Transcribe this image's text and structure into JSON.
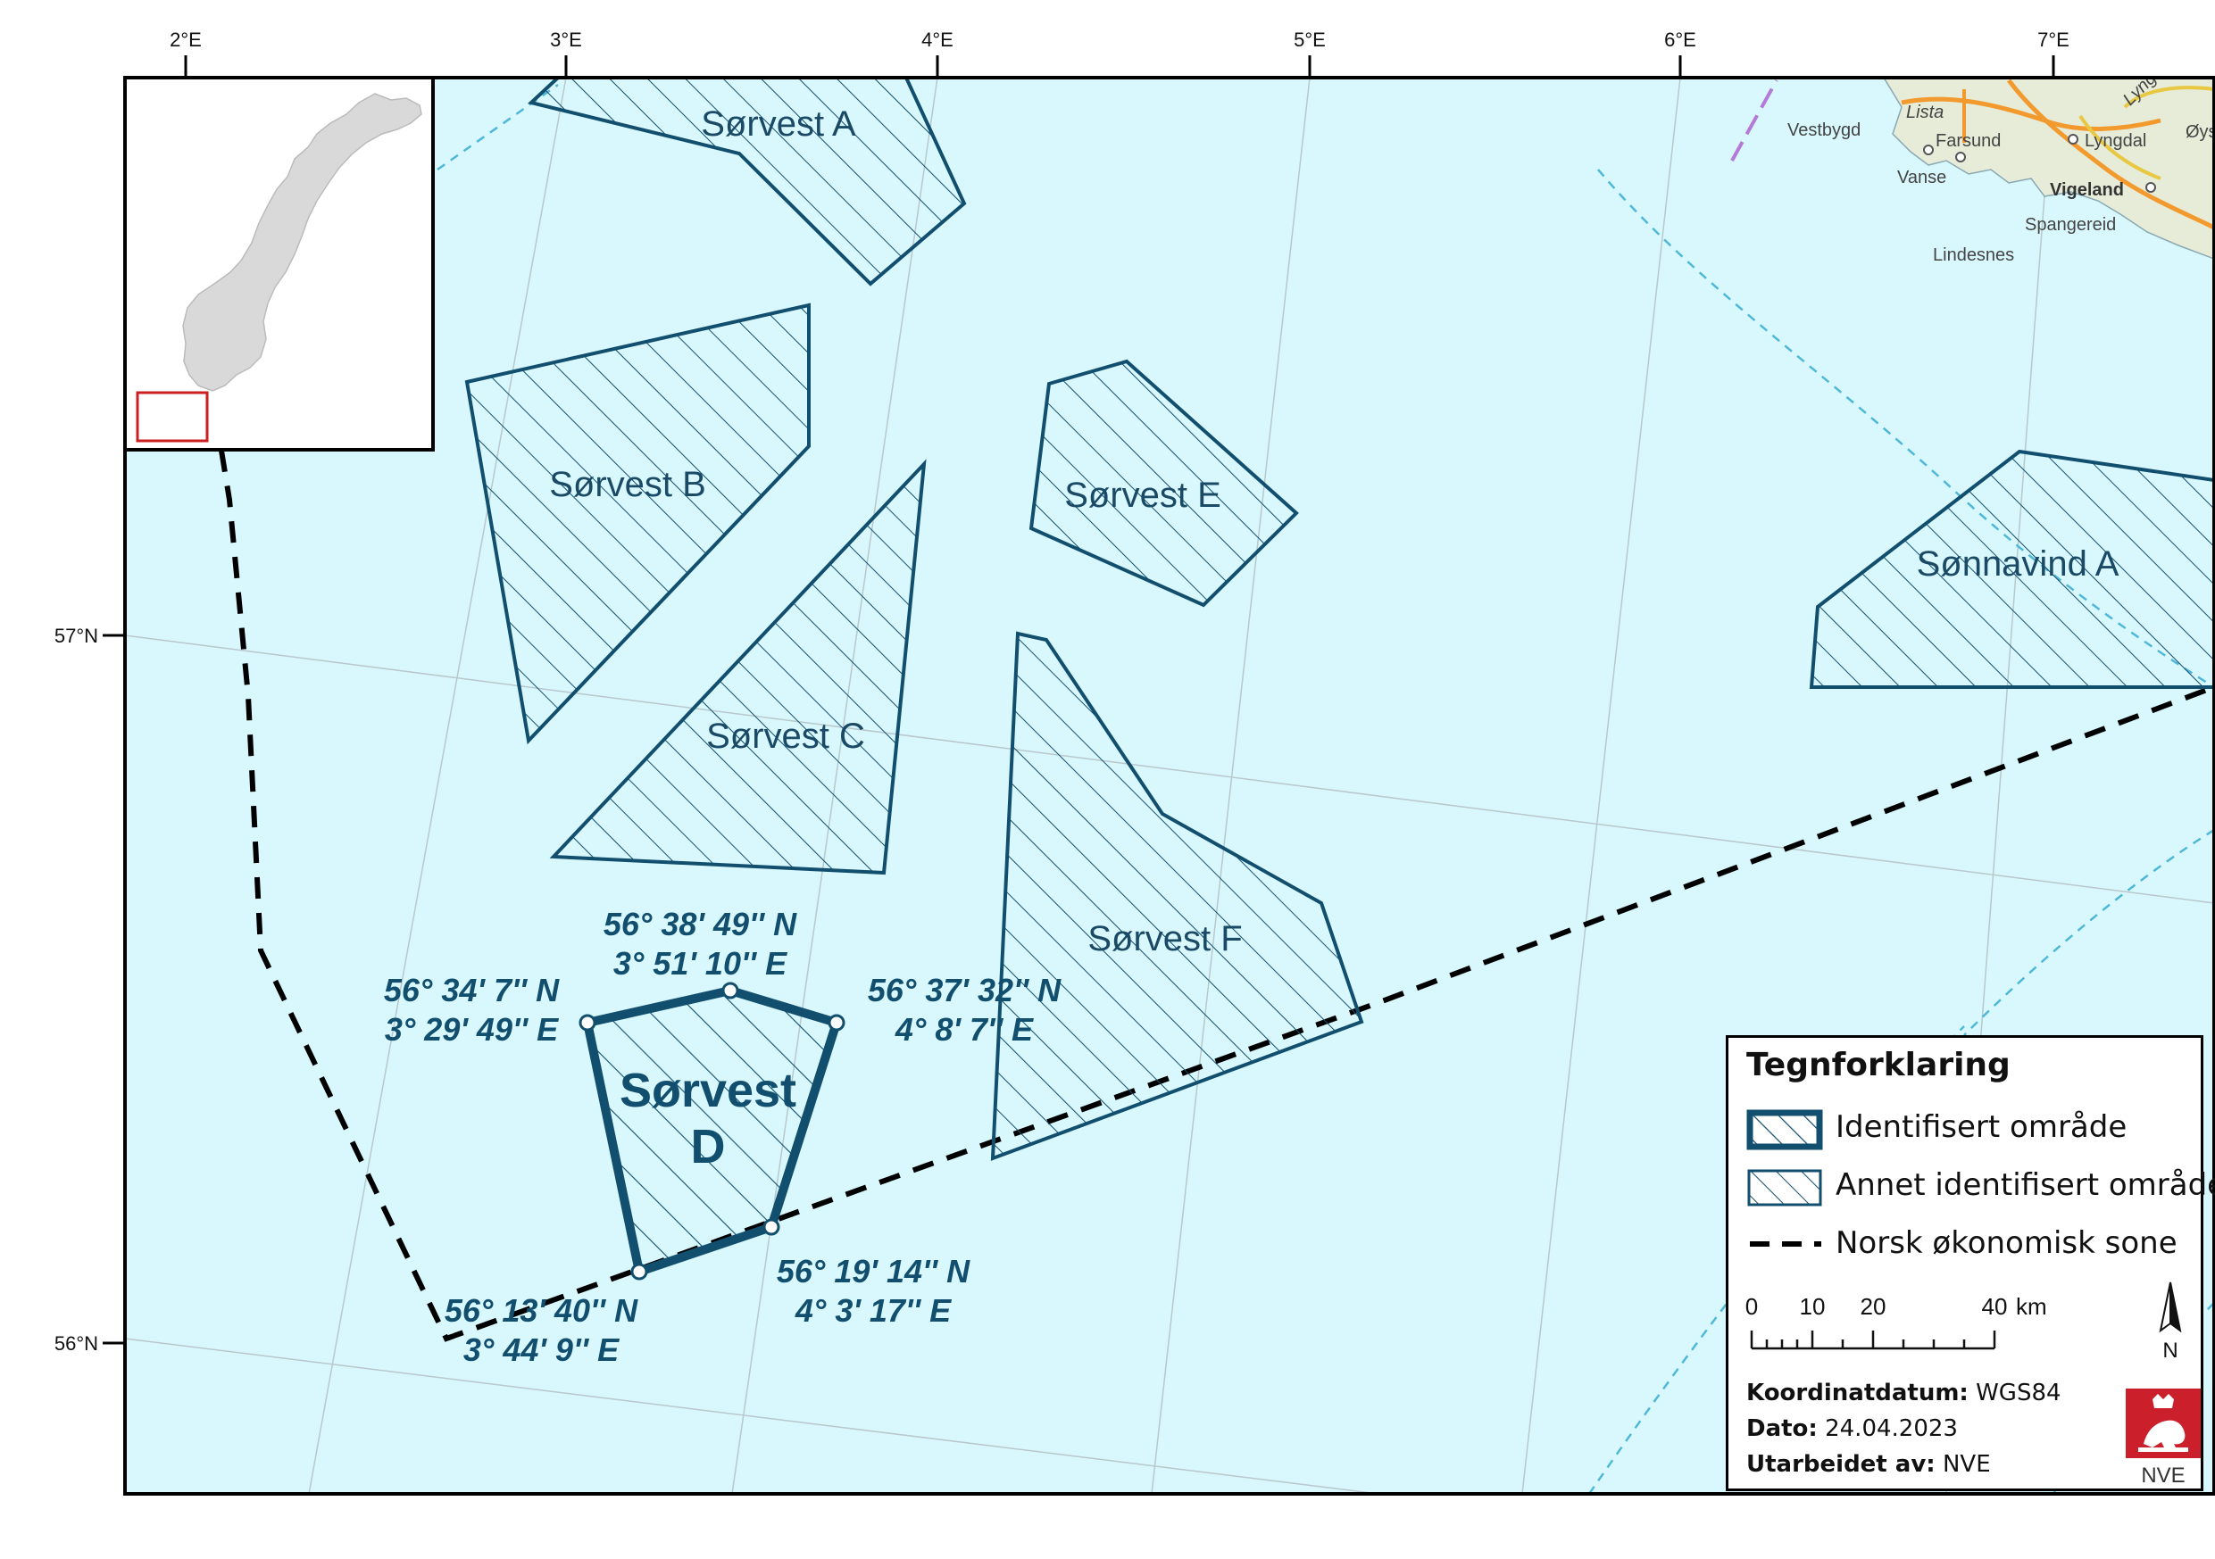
{
  "lon_ticks": [
    "2°E",
    "3°E",
    "4°E",
    "5°E",
    "6°E",
    "7°E"
  ],
  "lat_ticks": [
    "57°N",
    "56°N"
  ],
  "areas": [
    {
      "id": "sorvest-a",
      "label": "Sørvest A"
    },
    {
      "id": "sorvest-b",
      "label": "Sørvest B"
    },
    {
      "id": "sorvest-c",
      "label": "Sørvest C"
    },
    {
      "id": "sorvest-e",
      "label": "Sørvest E"
    },
    {
      "id": "sorvest-f",
      "label": "Sørvest F"
    },
    {
      "id": "sonnavind-a",
      "label": "Sønnavind A"
    }
  ],
  "identified_area": {
    "label_line1": "Sørvest",
    "label_line2": "D"
  },
  "corner_coordinates": [
    {
      "lat": "56° 38' 49'' N",
      "lon": "3° 51' 10'' E"
    },
    {
      "lat": "56° 34' 7'' N",
      "lon": "3° 29' 49'' E"
    },
    {
      "lat": "56° 37' 32'' N",
      "lon": "4° 8' 7'' E"
    },
    {
      "lat": "56° 19' 14'' N",
      "lon": "4° 3' 17'' E"
    },
    {
      "lat": "56° 13' 40'' N",
      "lon": "3° 44' 9'' E"
    }
  ],
  "places": [
    "Vestbygd",
    "Lista",
    "Farsund",
    "Lyngdal",
    "Øysl",
    "Vanse",
    "Vigeland",
    "Spangereid",
    "Lindesnes",
    "Lyngdal"
  ],
  "legend": {
    "title": "Tegnforklaring",
    "items": [
      {
        "label": "Identifisert område"
      },
      {
        "label": "Annet identifisert område"
      },
      {
        "label": "Norsk økonomisk sone"
      }
    ],
    "scale_ticks": [
      "0",
      "10",
      "20",
      "40"
    ],
    "scale_unit": "km",
    "north": "N",
    "datum_label": "Koordinatdatum:",
    "datum_value": " WGS84",
    "date_label": "Dato:",
    "date_value": " 24.04.2023",
    "author_label": "Utarbeidet av:",
    "author_value": " NVE",
    "logo_text": "NVE"
  },
  "colors": {
    "sea": "#d8f8fd",
    "area_stroke": "#124e6e",
    "grid": "#b8c8cc",
    "land": "#e6ecd8",
    "inset_land": "#d9d9d9",
    "inset_frame": "#cc1f1f",
    "logo": "#cc1f2c"
  }
}
